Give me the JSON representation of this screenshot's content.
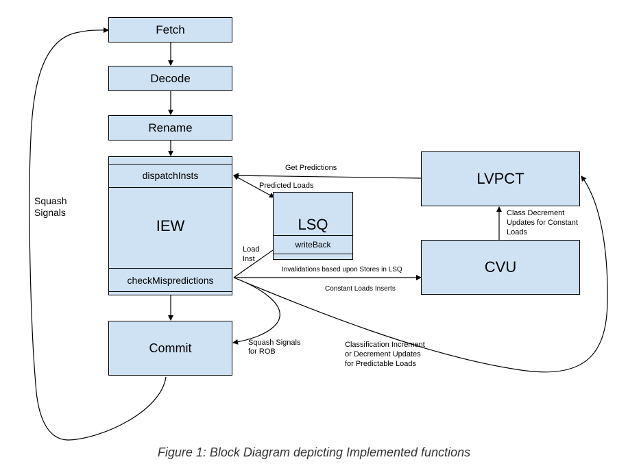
{
  "blocks": {
    "fetch": "Fetch",
    "decode": "Decode",
    "rename": "Rename",
    "dispatch": "dispatchInsts",
    "iew": "IEW",
    "check": "checkMispredictions",
    "commit": "Commit",
    "lsq": "LSQ",
    "writeback": "writeBack",
    "lvpct": "LVPCT",
    "cvu": "CVU"
  },
  "edge_labels": {
    "squash_signals": "Squash\nSignals",
    "get_predictions": "Get Predictions",
    "predicted_loads": "Predicted Loads",
    "load_inst": "Load\nInst",
    "invalidations": "Invalidations based upon Stores in LSQ",
    "constant_loads": "Constant Loads Inserts",
    "class_decrement": "Class Decrement\nUpdates for Constant\nLoads",
    "squash_rob": "Squash Signals\nfor ROB",
    "classification": "Classification Increment\nor Decrement Updates\nfor Predictable Loads"
  },
  "caption": "Figure 1: Block Diagram depicting Implemented functions",
  "colors": {
    "block_fill": "#cfe2f3",
    "stroke": "#000000"
  }
}
